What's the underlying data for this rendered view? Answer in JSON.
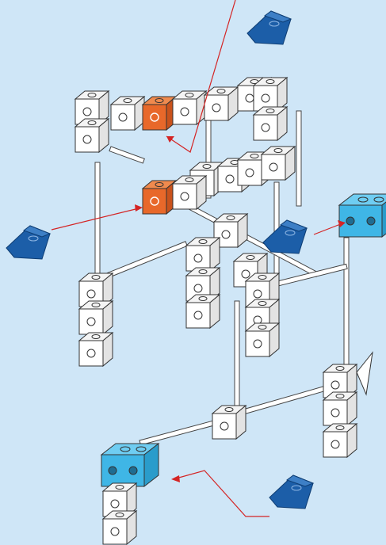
{
  "diagram": {
    "background": "#cfe6f7",
    "colors": {
      "block_white": "#ffffff",
      "block_orange": "#e8682a",
      "block_cyan": "#3fb6e6",
      "connector_blue": "#1c5ea8",
      "arrow_red": "#d42424",
      "outline": "#333333"
    },
    "parts": [
      "white-cube-block",
      "orange-cube-block",
      "cyan-hub-block",
      "blue-wedge-connector",
      "axle-rod"
    ]
  }
}
